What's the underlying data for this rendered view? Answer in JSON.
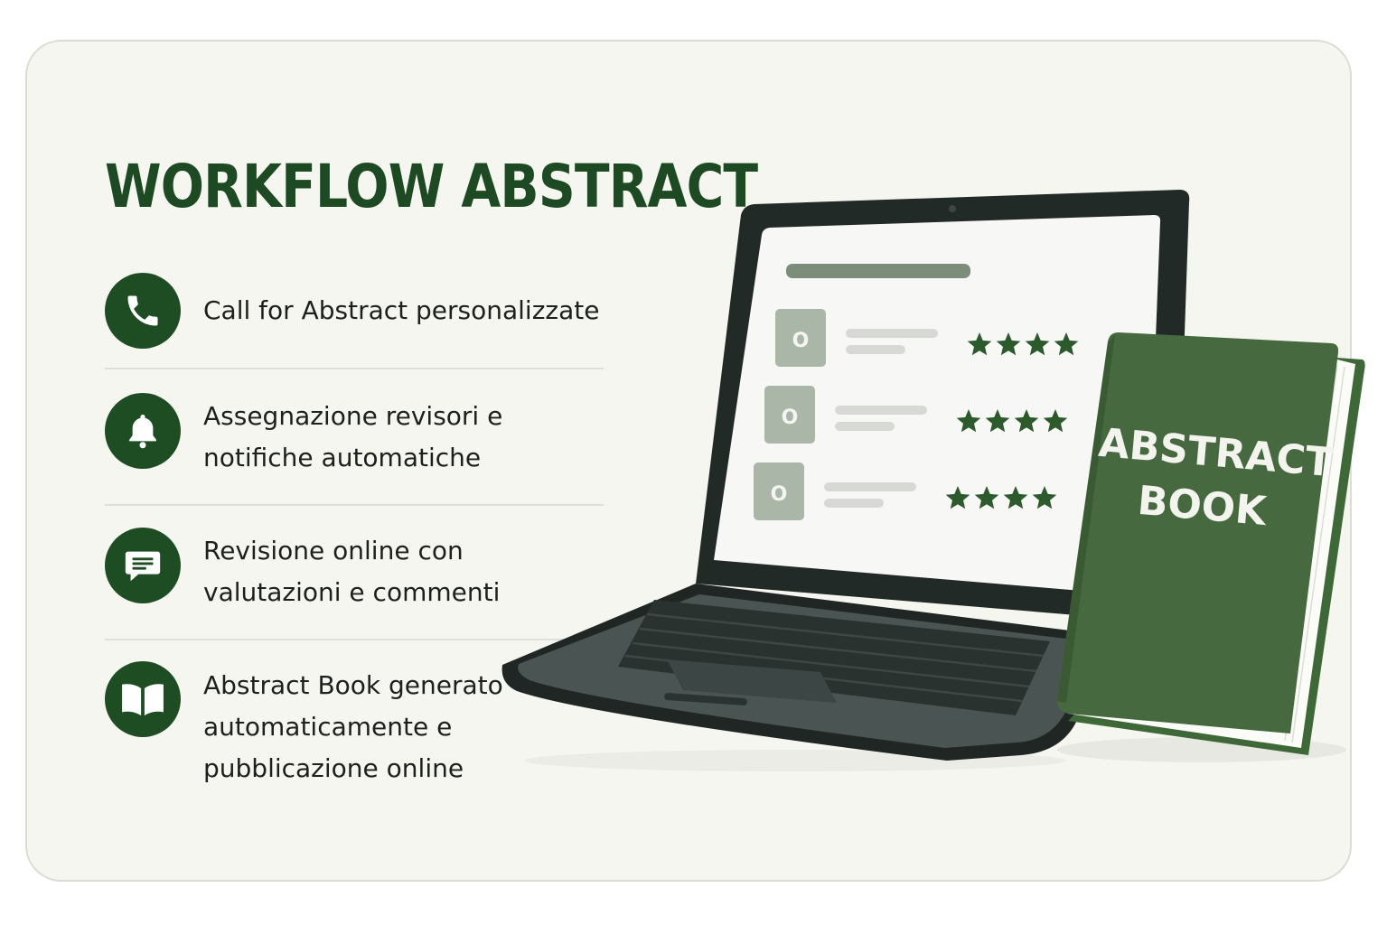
{
  "title": "WORKFLOW ABSTRACT",
  "features": [
    {
      "icon": "phone-icon",
      "label": "Call for Abstract personalizzate"
    },
    {
      "icon": "bell-icon",
      "label": "Assegnazione revisori e\nnotifiche automatiche"
    },
    {
      "icon": "chat-icon",
      "label": "Revisione online con\nvalutazioni e commenti"
    },
    {
      "icon": "open-book-icon",
      "label": "Abstract Book generato\nautomaticamente e\npubblicazione online"
    }
  ],
  "screen_rows": [
    {
      "thumb_letter": "O",
      "stars": 4
    },
    {
      "thumb_letter": "O",
      "stars": 4
    },
    {
      "thumb_letter": "O",
      "stars": 4
    }
  ],
  "book": {
    "line1": "ABSTRACT",
    "line2": "BOOK"
  },
  "colors": {
    "primary_green": "#1f4d23",
    "book_green": "#47693f",
    "laptop_dark": "#222a28",
    "card_bg": "#f6f6f1"
  }
}
